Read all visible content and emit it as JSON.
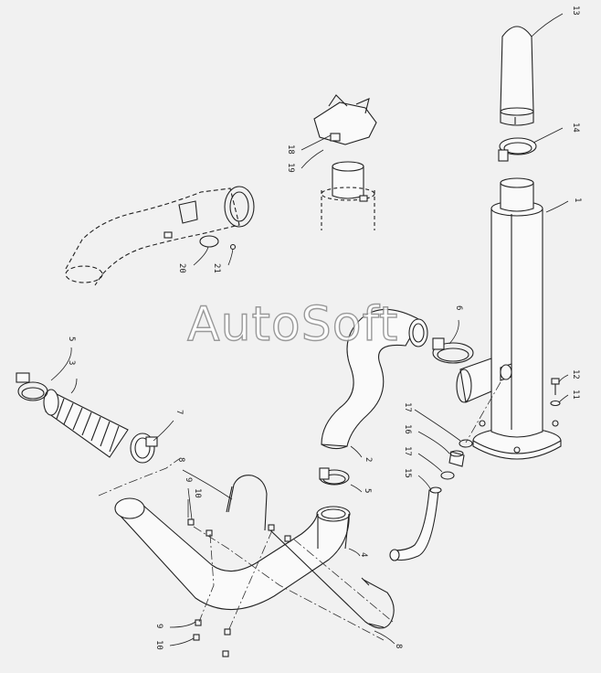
{
  "watermark": "AutoSoft",
  "callouts": [
    {
      "id": "c1",
      "text": "1"
    },
    {
      "id": "c2",
      "text": "2"
    },
    {
      "id": "c3",
      "text": "3"
    },
    {
      "id": "c4",
      "text": "4"
    },
    {
      "id": "c5a",
      "text": "5"
    },
    {
      "id": "c5b",
      "text": "5"
    },
    {
      "id": "c6",
      "text": "6"
    },
    {
      "id": "c7",
      "text": "7"
    },
    {
      "id": "c8a",
      "text": "8"
    },
    {
      "id": "c8b",
      "text": "8"
    },
    {
      "id": "c9a",
      "text": "9"
    },
    {
      "id": "c9b",
      "text": "9"
    },
    {
      "id": "c10a",
      "text": "10"
    },
    {
      "id": "c10b",
      "text": "10"
    },
    {
      "id": "c11",
      "text": "11"
    },
    {
      "id": "c12",
      "text": "12"
    },
    {
      "id": "c13",
      "text": "13"
    },
    {
      "id": "c14",
      "text": "14"
    },
    {
      "id": "c15",
      "text": "15"
    },
    {
      "id": "c16",
      "text": "16"
    },
    {
      "id": "c17a",
      "text": "17"
    },
    {
      "id": "c17b",
      "text": "17"
    },
    {
      "id": "c18",
      "text": "18"
    },
    {
      "id": "c19",
      "text": "19"
    },
    {
      "id": "c20",
      "text": "20"
    },
    {
      "id": "c21",
      "text": "21"
    }
  ]
}
